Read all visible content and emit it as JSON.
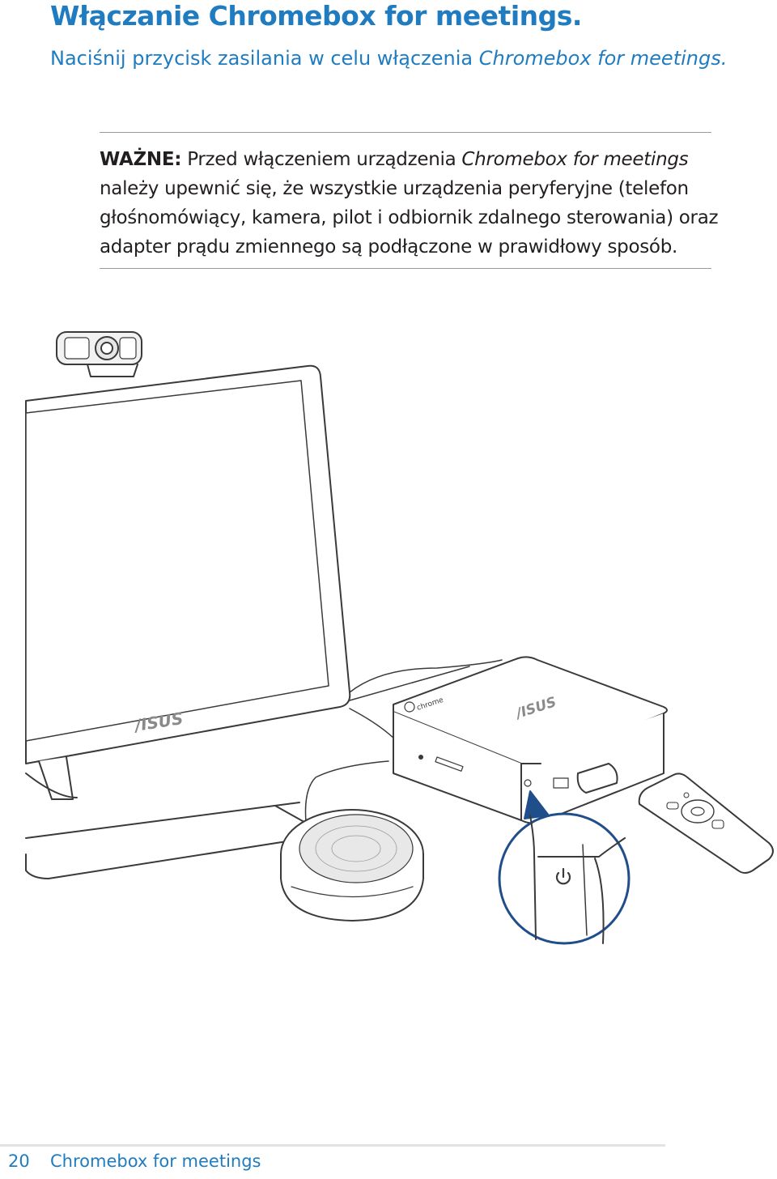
{
  "title": "Włączanie Chromebox for meetings.",
  "intro": {
    "text": "Naciśnij przycisk zasilania w celu włączenia ",
    "product_italic": "Chromebox for meetings."
  },
  "important": {
    "label": "WAŻNE:",
    "line1_text": " Przed włączeniem urządzenia ",
    "line1_italic": "Chromebox for meetings",
    "line2": "należy upewnić się, że wszystkie urządzenia peryferyjne (telefon",
    "line3": "głośnomówiący, kamera, pilot i odbiornik zdalnego sterowania) oraz",
    "line4": "adapter prądu zmiennego są podłączone w prawidłowy sposób."
  },
  "illustration": {
    "monitor_logo": "/ISUS",
    "box_logo": "/ISUS",
    "chrome_label": "chrome",
    "power_icon": "power-icon"
  },
  "footer": {
    "page_number": "20",
    "title": "Chromebox for meetings"
  }
}
